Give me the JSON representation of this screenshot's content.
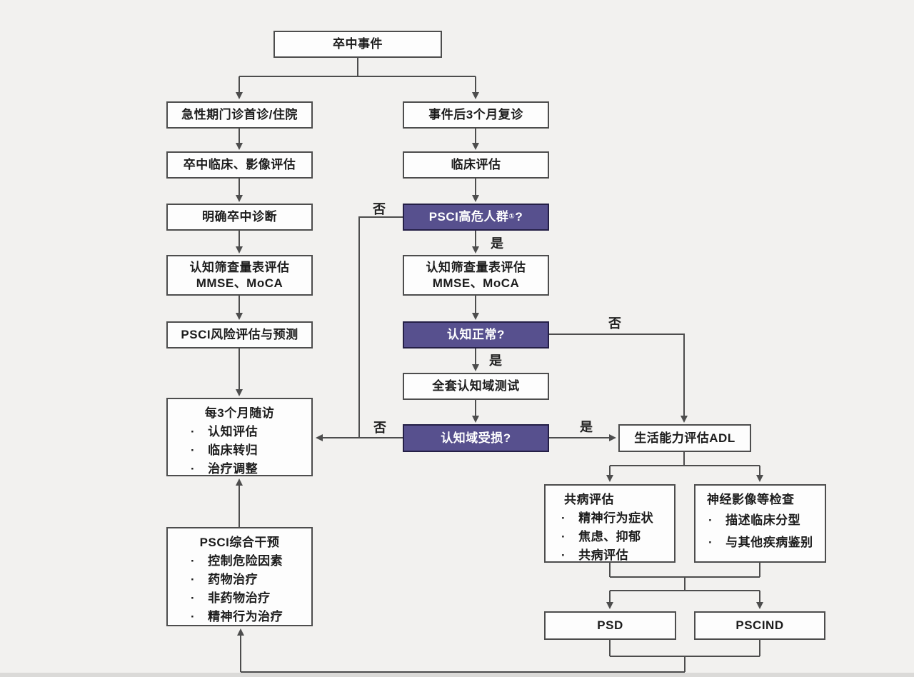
{
  "flowchart": {
    "background": "#f2f1ef",
    "colors": {
      "box_fill": "#fdfdfd",
      "box_border": "#4d4d4d",
      "decision_fill": "#57508e",
      "decision_border": "#241f46",
      "decision_text": "#ffffff",
      "connector_line": "#4d4d4d",
      "text": "#1c1c1c"
    },
    "labels": {
      "yes": "是",
      "no": "否"
    },
    "nodes": {
      "stroke_event": "卒中事件",
      "acute_visit": "急性期门诊首诊/住院",
      "stroke_assessment": "卒中临床、影像评估",
      "stroke_diagnosis": "明确卒中诊断",
      "screening_line1": "认知筛查量表评估",
      "screening_line2": "MMSE、MoCA",
      "risk_prediction": "PSCI风险评估与预测",
      "follow_up": {
        "title": "每3个月随访",
        "items": [
          "认知评估",
          "临床转归",
          "治疗调整"
        ]
      },
      "intervention": {
        "title": "PSCI综合干预",
        "items": [
          "控制危险因素",
          "药物治疗",
          "非药物治疗",
          "精神行为治疗"
        ]
      },
      "revisit": "事件后3个月复诊",
      "clinical_eval": "临床评估",
      "high_risk": {
        "text": "PSCI高危人群",
        "sup": "①",
        "question": "?"
      },
      "cognition_normal": "认知正常?",
      "full_domain_test": "全套认知域测试",
      "domain_impaired": "认知域受损?",
      "adl": "生活能力评估ADL",
      "comorbidity": {
        "title": "共病评估",
        "items": [
          "精神行为症状",
          "焦虑、抑郁",
          "共病评估"
        ]
      },
      "imaging": {
        "title": "神经影像等检查",
        "items": [
          "描述临床分型",
          "与其他疾病鉴别"
        ]
      },
      "psd": "PSD",
      "pscind": "PSCIND"
    }
  }
}
